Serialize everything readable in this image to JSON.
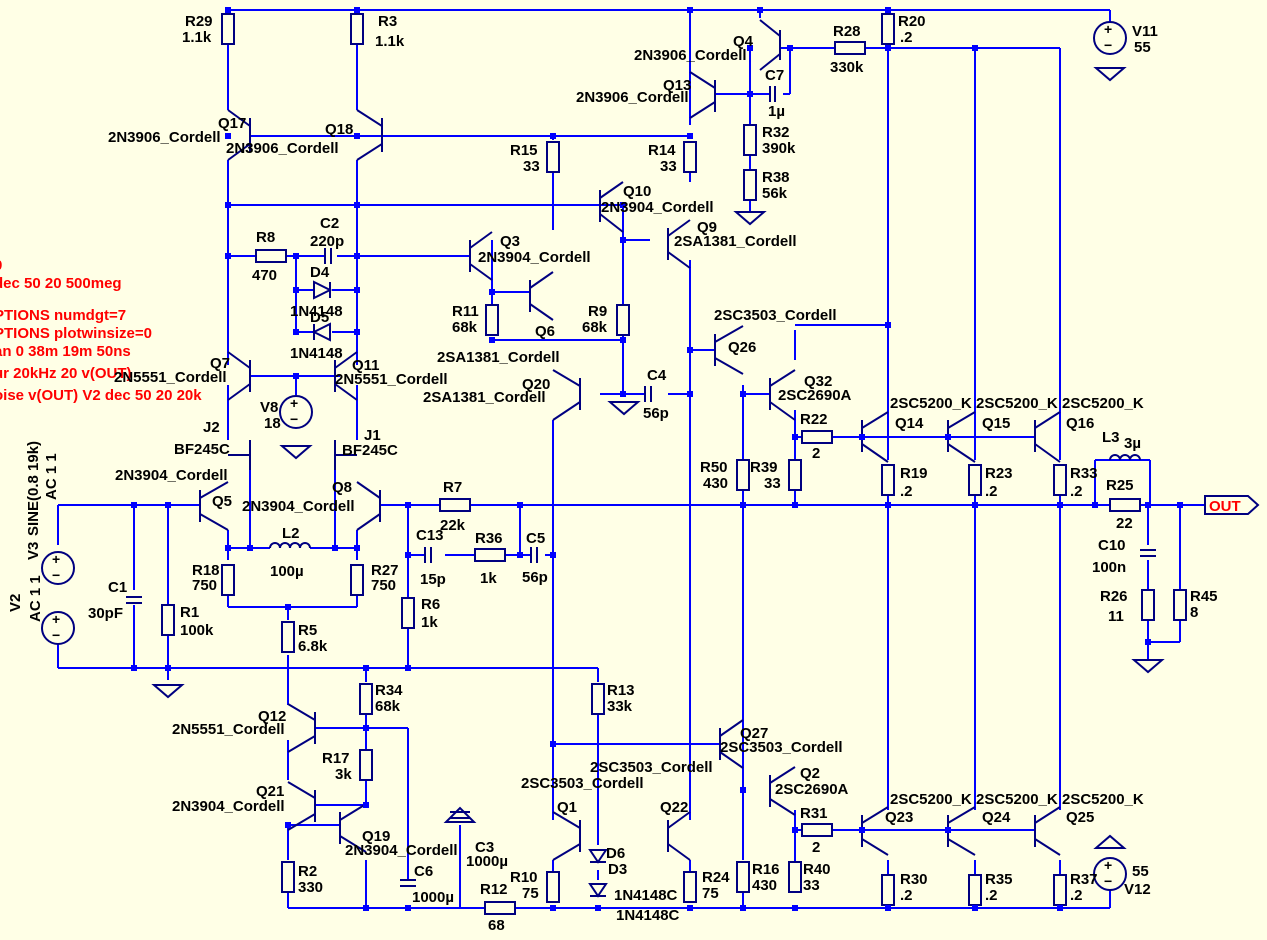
{
  "schematic": {
    "spice_directives": [
      "0",
      "dec 50 20 500meg",
      "PTIONS numdgt=7",
      "PTIONS plotwinsize=0",
      "an 0 38m 19m 50ns",
      "ur 20kHz 20 v(OUT)",
      "oise v(OUT) V2 dec 50 20 20k"
    ],
    "output_label": "OUT",
    "resistors": [
      {
        "ref": "R29",
        "val": "1.1k"
      },
      {
        "ref": "R3",
        "val": "1.1k"
      },
      {
        "ref": "R28",
        "val": "330k"
      },
      {
        "ref": "R20",
        "val": ".2"
      },
      {
        "ref": "R15",
        "val": "33"
      },
      {
        "ref": "R14",
        "val": "33"
      },
      {
        "ref": "R32",
        "val": "390k"
      },
      {
        "ref": "R38",
        "val": "56k"
      },
      {
        "ref": "R8",
        "val": "470"
      },
      {
        "ref": "R11",
        "val": "68k"
      },
      {
        "ref": "R9",
        "val": "68k"
      },
      {
        "ref": "R22",
        "val": "2"
      },
      {
        "ref": "R50",
        "val": "430"
      },
      {
        "ref": "R39",
        "val": "33"
      },
      {
        "ref": "R19",
        "val": ".2"
      },
      {
        "ref": "R23",
        "val": ".2"
      },
      {
        "ref": "R33",
        "val": ".2"
      },
      {
        "ref": "R25",
        "val": "22"
      },
      {
        "ref": "R7",
        "val": "22k"
      },
      {
        "ref": "R36",
        "val": "1k"
      },
      {
        "ref": "R18",
        "val": "750"
      },
      {
        "ref": "R27",
        "val": "750"
      },
      {
        "ref": "R6",
        "val": "1k"
      },
      {
        "ref": "R1",
        "val": "100k"
      },
      {
        "ref": "R5",
        "val": "6.8k"
      },
      {
        "ref": "R26",
        "val": "11"
      },
      {
        "ref": "R45",
        "val": "8"
      },
      {
        "ref": "R34",
        "val": "68k"
      },
      {
        "ref": "R13",
        "val": "33k"
      },
      {
        "ref": "R17",
        "val": "3k"
      },
      {
        "ref": "R2",
        "val": "330"
      },
      {
        "ref": "R12",
        "val": "68"
      },
      {
        "ref": "R10",
        "val": "75"
      },
      {
        "ref": "R24",
        "val": "75"
      },
      {
        "ref": "R16",
        "val": "430"
      },
      {
        "ref": "R40",
        "val": "33"
      },
      {
        "ref": "R31",
        "val": "2"
      },
      {
        "ref": "R30",
        "val": ".2"
      },
      {
        "ref": "R35",
        "val": ".2"
      },
      {
        "ref": "R37",
        "val": ".2"
      }
    ],
    "capacitors": [
      {
        "ref": "C7",
        "val": "1µ"
      },
      {
        "ref": "C2",
        "val": "220p"
      },
      {
        "ref": "C4",
        "val": "56p"
      },
      {
        "ref": "C13",
        "val": "15p"
      },
      {
        "ref": "C5",
        "val": "56p"
      },
      {
        "ref": "C1",
        "val": "30pF"
      },
      {
        "ref": "C10",
        "val": "100n"
      },
      {
        "ref": "C6",
        "val": "1000µ"
      },
      {
        "ref": "C3",
        "val": "1000µ"
      }
    ],
    "inductors": [
      {
        "ref": "L2",
        "val": "100µ"
      },
      {
        "ref": "L3",
        "val": "3µ"
      }
    ],
    "transistors": [
      {
        "ref": "Q17",
        "model": "2N3906_Cordell"
      },
      {
        "ref": "Q18",
        "model": "2N3906_Cordell"
      },
      {
        "ref": "Q4",
        "model": "2N3906_Cordell"
      },
      {
        "ref": "Q13",
        "model": "2N3906_Cordell"
      },
      {
        "ref": "Q10",
        "model": "2N3904_Cordell"
      },
      {
        "ref": "Q9",
        "model": "2SA1381_Cordell"
      },
      {
        "ref": "Q3",
        "model": "2N3904_Cordell"
      },
      {
        "ref": "Q6",
        "model": "2SA1381_Cordell"
      },
      {
        "ref": "Q20",
        "model": "2SA1381_Cordell"
      },
      {
        "ref": "Q26",
        "model": "2SC3503_Cordell"
      },
      {
        "ref": "Q32",
        "model": "2SC2690A"
      },
      {
        "ref": "Q14",
        "model": "2SC5200_K"
      },
      {
        "ref": "Q15",
        "model": "2SC5200_K"
      },
      {
        "ref": "Q16",
        "model": "2SC5200_K"
      },
      {
        "ref": "Q7",
        "model": "2N5551_Cordell"
      },
      {
        "ref": "Q11",
        "model": "2N5551_Cordell"
      },
      {
        "ref": "Q5",
        "model": "2N3904_Cordell"
      },
      {
        "ref": "Q8",
        "model": "2N3904_Cordell"
      },
      {
        "ref": "Q12",
        "model": "2N5551_Cordell"
      },
      {
        "ref": "Q21",
        "model": "2N3904_Cordell"
      },
      {
        "ref": "Q19",
        "model": "2N3904_Cordell"
      },
      {
        "ref": "Q1",
        "model": "2SC3503_Cordell"
      },
      {
        "ref": "Q22",
        "model": "2SC3503_Cordell"
      },
      {
        "ref": "Q27",
        "model": "2SC3503_Cordell"
      },
      {
        "ref": "Q2",
        "model": "2SC2690A"
      },
      {
        "ref": "Q23",
        "model": "2SC5200_K"
      },
      {
        "ref": "Q24",
        "model": "2SC5200_K"
      },
      {
        "ref": "Q25",
        "model": "2SC5200_K"
      }
    ],
    "jfets": [
      {
        "ref": "J2",
        "model": "BF245C"
      },
      {
        "ref": "J1",
        "model": "BF245C"
      }
    ],
    "diodes": [
      {
        "ref": "D4",
        "model": "1N4148"
      },
      {
        "ref": "D5",
        "model": "1N4148"
      },
      {
        "ref": "D6",
        "model": "1N4148C"
      },
      {
        "ref": "D3",
        "model": "1N4148C"
      }
    ],
    "sources": [
      {
        "ref": "V11",
        "val": "55"
      },
      {
        "ref": "V8",
        "val": "18"
      },
      {
        "ref": "V12",
        "val": "55"
      },
      {
        "ref": "V3",
        "val": "SINE(0.8 19k)",
        "extra": "AC 1 1"
      },
      {
        "ref": "V2",
        "val": "AC 1 1"
      }
    ]
  }
}
